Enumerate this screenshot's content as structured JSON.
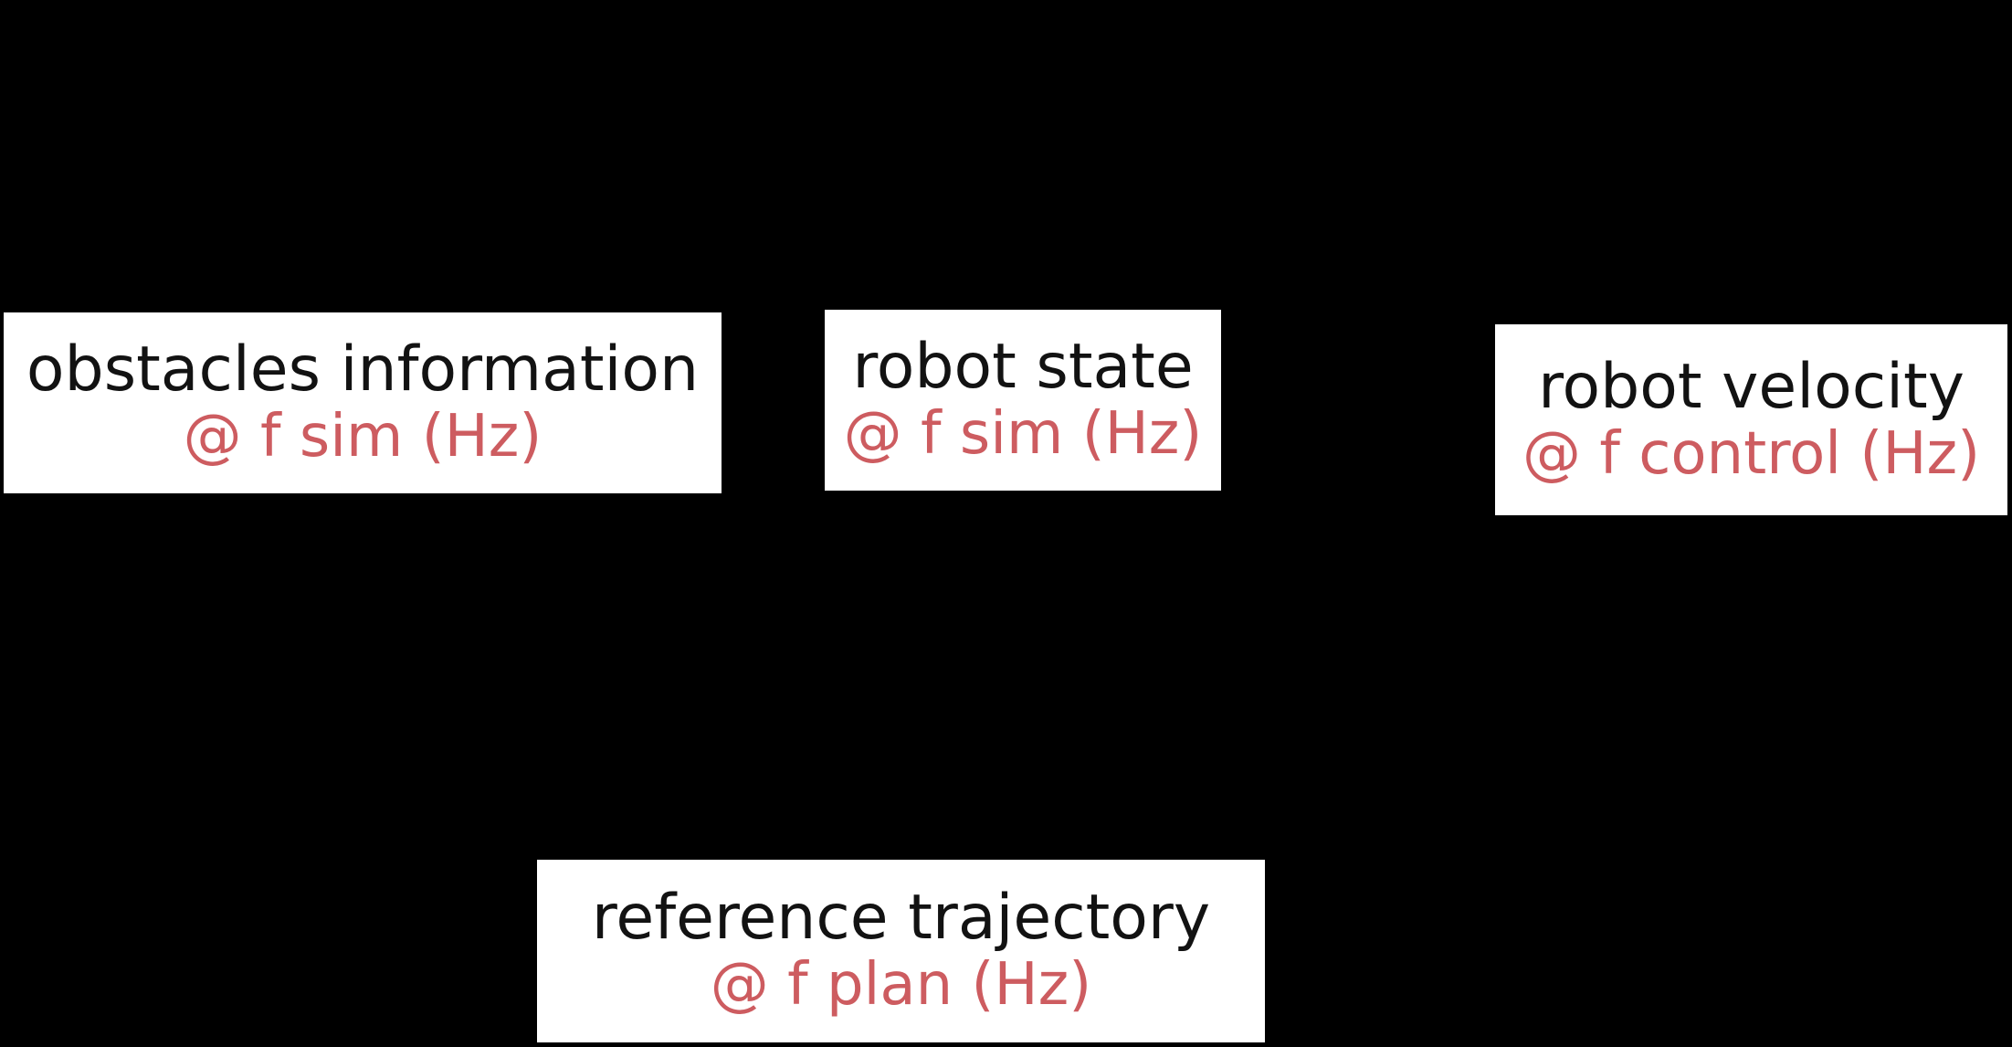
{
  "diagram": {
    "background_color": "#000000",
    "box_fill_color": "#ffffff",
    "label_text_color": "#121212",
    "accent_text_color": "#cd5c60",
    "nodes": [
      {
        "id": "obstacles-information",
        "label": "obstacles information",
        "rate": "@ f sim (Hz)"
      },
      {
        "id": "robot-state",
        "label": "robot state",
        "rate": "@ f sim (Hz)"
      },
      {
        "id": "robot-velocity",
        "label": "robot velocity",
        "rate": "@ f control (Hz)"
      },
      {
        "id": "reference-trajectory",
        "label": "reference trajectory",
        "rate": "@ f plan (Hz)"
      }
    ]
  }
}
